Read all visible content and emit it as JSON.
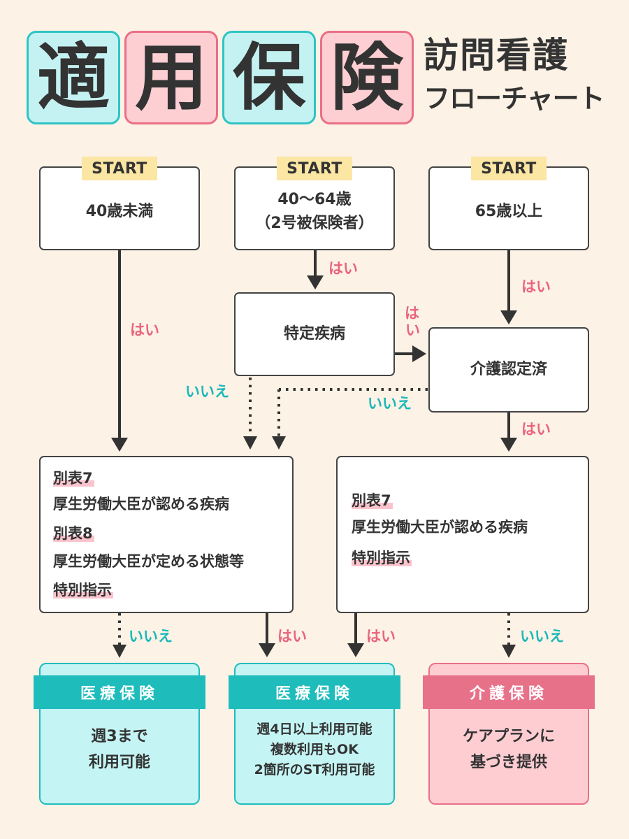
{
  "title": {
    "chars": [
      "適",
      "用",
      "保",
      "険"
    ],
    "subtitle_line1": "訪問看護",
    "subtitle_line2": "フローチャート"
  },
  "start_label": "START",
  "starts": {
    "under40": "40歳未満",
    "age40_64_line1": "40〜64歳",
    "age40_64_line2": "（2号被保険者）",
    "over65": "65歳以上"
  },
  "nodes": {
    "specific_disease": "特定疾病",
    "care_certified": "介護認定済"
  },
  "labels": {
    "yes": "はい",
    "no": "いいえ",
    "yes_vertical_1": "は",
    "yes_vertical_2": "い"
  },
  "criteria_left": {
    "line1": "別表7",
    "line2": "厚生労働大臣が認める疾病",
    "line3": "別表8",
    "line4": "厚生労働大臣が定める状態等",
    "line5": "特別指示"
  },
  "criteria_right": {
    "line1": "別表7",
    "line2": "厚生労働大臣が認める疾病",
    "line3": "特別指示"
  },
  "results": {
    "medical1": {
      "header": "医療保険",
      "line1": "週3まで",
      "line2": "利用可能"
    },
    "medical2": {
      "header": "医療保険",
      "line1": "週4日以上利用可能",
      "line2": "複数利用もOK",
      "line3": "2箇所のST利用可能"
    },
    "care": {
      "header": "介護保険",
      "line1": "ケアプランに",
      "line2": "基づき提供"
    }
  },
  "colors": {
    "background": "#fcf2e6",
    "cyan_accent": "#1fbcbc",
    "pink_accent": "#e8718a",
    "yes_label": "#e9647e",
    "no_label": "#19b8b8",
    "start_tag": "#fbe6a4"
  }
}
